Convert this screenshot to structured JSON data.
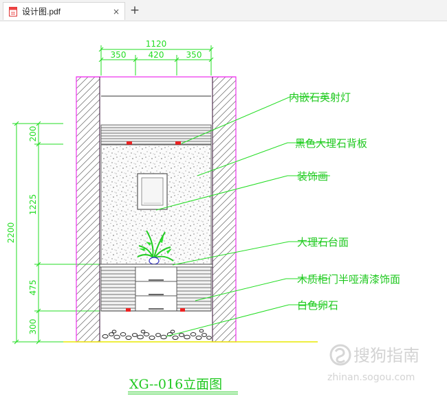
{
  "tab": {
    "title": "设计图.pdf",
    "close": "×",
    "new_tab": "+"
  },
  "drawing": {
    "top_dims": {
      "total": "1120",
      "left": "350",
      "middle": "420",
      "right": "350"
    },
    "left_dims": {
      "total": "2200",
      "d1": "200",
      "d2": "1225",
      "d3": "475",
      "d4": "300"
    },
    "labels": [
      "内嵌石英射灯",
      "黑色大理石背板",
      "装饰画",
      "大理石台面",
      "木质柜门半哑清漆饰面",
      "白色卵石"
    ],
    "title": "XG--016立面图",
    "colors": {
      "dim": "#22dd22",
      "wall": "#ee33ee",
      "floor": "#e8e800",
      "lamp": "#ee2222"
    }
  },
  "watermark": {
    "brand": "搜狗指南",
    "url": "zhinan.sogou.com"
  }
}
